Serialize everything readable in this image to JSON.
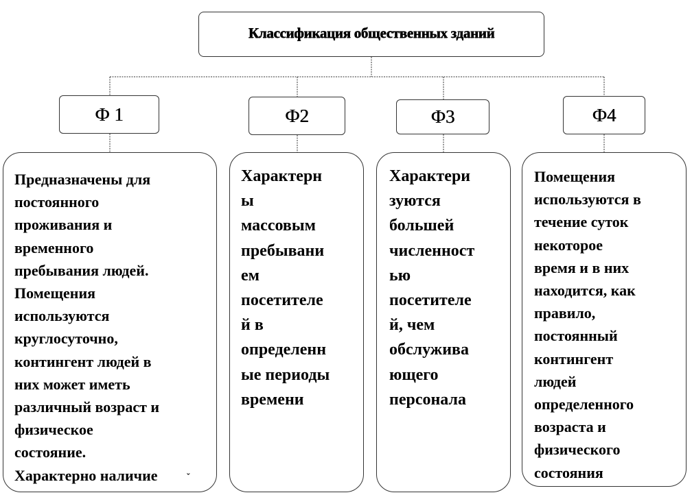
{
  "diagram": {
    "title": "Классификация общественных зданий",
    "categories": [
      {
        "label": "Ф 1",
        "description": "Предназначены для\nпостоянного\nпроживания и\nвременного\nпребывания людей.\nПомещения\nиспользуются\nкруглосуточно,\nконтингент людей в\nних может иметь\nразличный возраст и\nфизическое\nсостояние.\nХарактерно наличие"
      },
      {
        "label": "Ф2",
        "description": "Характерн\nы\nмассовым\nпребывани\nем\nпосетителе\nй в\nопределенн\nые периоды\nвремени"
      },
      {
        "label": "Ф3",
        "description": "Характери\nзуются\nбольшей\nчисленност\nью\nпосетителе\nй, чем\nобслужива\nющего\nперсонала"
      },
      {
        "label": "Ф4",
        "description": "Помещения\nиспользуются в\nтечение суток\nнекоторое\nвремя и в них\nнаходится, как\nправило,\nпостоянный\nконтингент\nлюдей\nопределенного\nвозраста и\nфизического\nсостояния"
      }
    ],
    "colors": {
      "line": "#333333",
      "text": "#000000",
      "background": "#ffffff"
    }
  }
}
